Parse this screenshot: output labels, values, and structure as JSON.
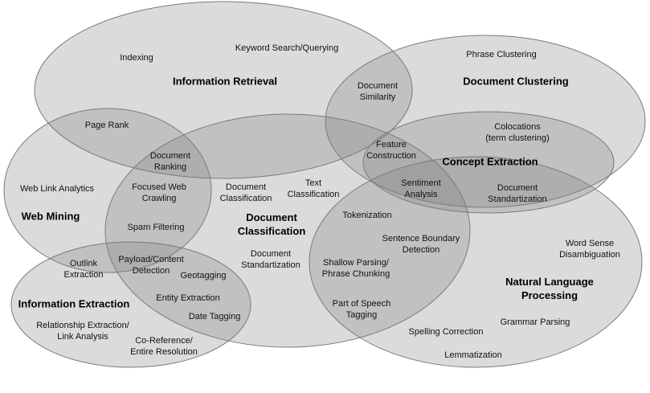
{
  "diagram": {
    "sets": [
      {
        "id": "ir",
        "title": "Information Retrieval"
      },
      {
        "id": "dc",
        "title": "Document Clustering"
      },
      {
        "id": "wm",
        "title": "Web Mining"
      },
      {
        "id": "dcls",
        "title": "Document\nClassification"
      },
      {
        "id": "ce",
        "title": "Concept Extraction"
      },
      {
        "id": "nlp",
        "title": "Natural Language\nProcessing"
      },
      {
        "id": "ie",
        "title": "Information Extraction"
      }
    ],
    "items": [
      {
        "id": "indexing",
        "text": "Indexing"
      },
      {
        "id": "keyword-search",
        "text": "Keyword Search/Querying"
      },
      {
        "id": "phrase-clustering",
        "text": "Phrase Clustering"
      },
      {
        "id": "document-similarity",
        "text": "Document\nSimilarity"
      },
      {
        "id": "page-rank",
        "text": "Page Rank"
      },
      {
        "id": "colocations",
        "text": "Colocations\n(term clustering)"
      },
      {
        "id": "feature-construction",
        "text": "Feature\nConstruction"
      },
      {
        "id": "document-ranking",
        "text": "Document\nRanking"
      },
      {
        "id": "web-link-analytics",
        "text": "Web Link Analytics"
      },
      {
        "id": "focused-web-crawling",
        "text": "Focused Web\nCrawling"
      },
      {
        "id": "document-classification-item",
        "text": "Document\nClassification"
      },
      {
        "id": "text-classification",
        "text": "Text\nClassification"
      },
      {
        "id": "sentiment-analysis",
        "text": "Sentiment\nAnalysis"
      },
      {
        "id": "document-standartization-ce",
        "text": "Document\nStandartization"
      },
      {
        "id": "tokenization",
        "text": "Tokenization"
      },
      {
        "id": "spam-filtering",
        "text": "Spam Filtering"
      },
      {
        "id": "sentence-boundary-detection",
        "text": "Sentence Boundary\nDetection"
      },
      {
        "id": "word-sense-disambiguation",
        "text": "Word Sense\nDisambiguation"
      },
      {
        "id": "outlink-extraction",
        "text": "Outlink\nExtraction"
      },
      {
        "id": "payload-content-detection",
        "text": "Payload/Content\nDetection"
      },
      {
        "id": "document-standartization-dcls",
        "text": "Document\nStandartization"
      },
      {
        "id": "shallow-parsing",
        "text": "Shallow Parsing/\nPhrase Chunking"
      },
      {
        "id": "geotagging",
        "text": "Geotagging"
      },
      {
        "id": "entity-extraction",
        "text": "Entity Extraction"
      },
      {
        "id": "part-of-speech-tagging",
        "text": "Part of Speech\nTagging"
      },
      {
        "id": "date-tagging",
        "text": "Date Tagging"
      },
      {
        "id": "grammar-parsing",
        "text": "Grammar Parsing"
      },
      {
        "id": "relationship-extraction",
        "text": "Relationship Extraction/\nLink Analysis"
      },
      {
        "id": "spelling-correction",
        "text": "Spelling Correction"
      },
      {
        "id": "co-reference",
        "text": "Co-Reference/\nEntire Resolution"
      },
      {
        "id": "lemmatization",
        "text": "Lemmatization"
      }
    ]
  }
}
